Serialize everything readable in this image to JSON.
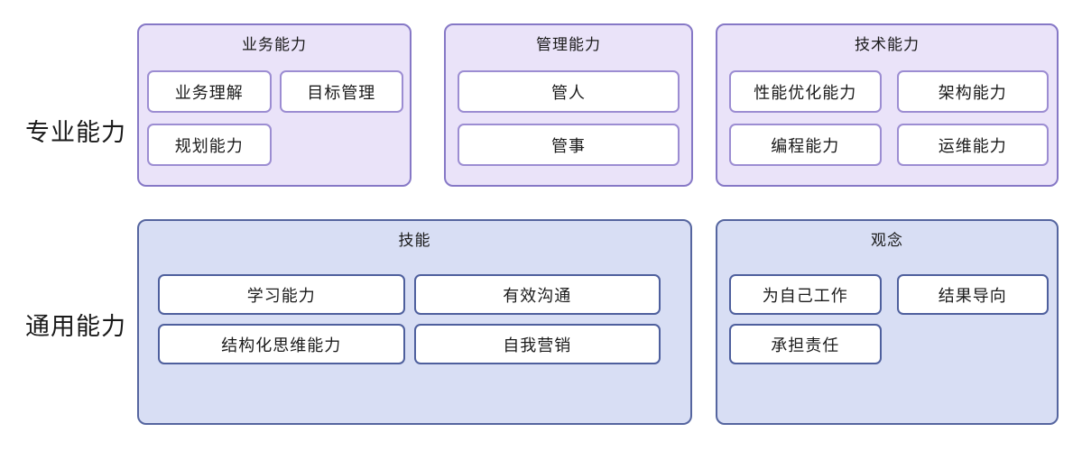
{
  "colors": {
    "purple_border": "#8678c6",
    "purple_bg": "#eae3f9",
    "purple_item_border": "#9c8dd2",
    "blue_border": "#55659f",
    "blue_bg": "#d8def4",
    "blue_item_border": "#4e5f9d",
    "text": "#1a1a1a"
  },
  "rows": [
    {
      "label": "专业能力",
      "groups": [
        {
          "title": "业务能力",
          "items": [
            "业务理解",
            "目标管理",
            "规划能力"
          ]
        },
        {
          "title": "管理能力",
          "items": [
            "管人",
            "管事"
          ]
        },
        {
          "title": "技术能力",
          "items": [
            "性能优化能力",
            "架构能力",
            "编程能力",
            "运维能力"
          ]
        }
      ]
    },
    {
      "label": "通用能力",
      "groups": [
        {
          "title": "技能",
          "items": [
            "学习能力",
            "有效沟通",
            "结构化思维能力",
            "自我营销"
          ]
        },
        {
          "title": "观念",
          "items": [
            "为自己工作",
            "结果导向",
            "承担责任"
          ]
        }
      ]
    }
  ]
}
